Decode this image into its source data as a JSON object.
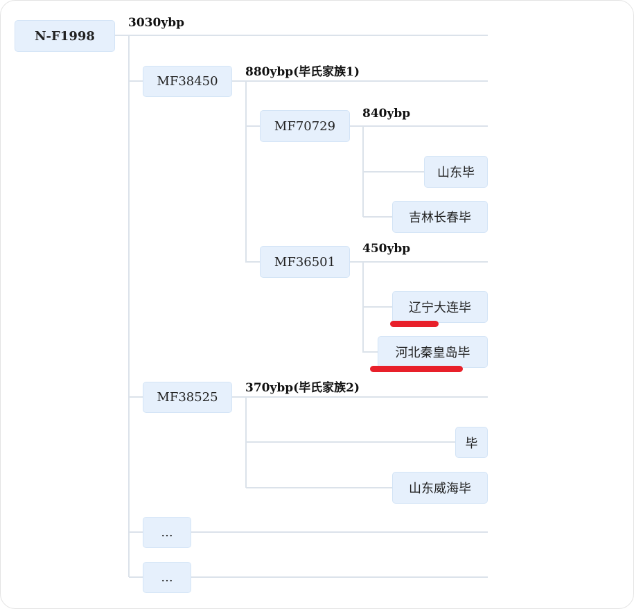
{
  "root": {
    "name": "N-F1998",
    "age": "3030ybp"
  },
  "nodes": {
    "mf38450": {
      "name": "MF38450",
      "age": "880ybp(毕氏家族1)"
    },
    "mf70729": {
      "name": "MF70729",
      "age": "840ybp"
    },
    "shandong": "山东毕",
    "jilin": "吉林长春毕",
    "mf36501": {
      "name": "MF36501",
      "age": "450ybp"
    },
    "liaoning": "辽宁大连毕",
    "hebei": "河北秦皇岛毕",
    "mf38525": {
      "name": "MF38525",
      "age": "370ybp(毕氏家族2)"
    },
    "bi": "毕",
    "weihai": "山东威海毕",
    "more1": "...",
    "more2": "..."
  },
  "colors": {
    "node_bg": "#e6f0fc",
    "line": "#dbe2ea",
    "highlight": "#e8202a"
  }
}
